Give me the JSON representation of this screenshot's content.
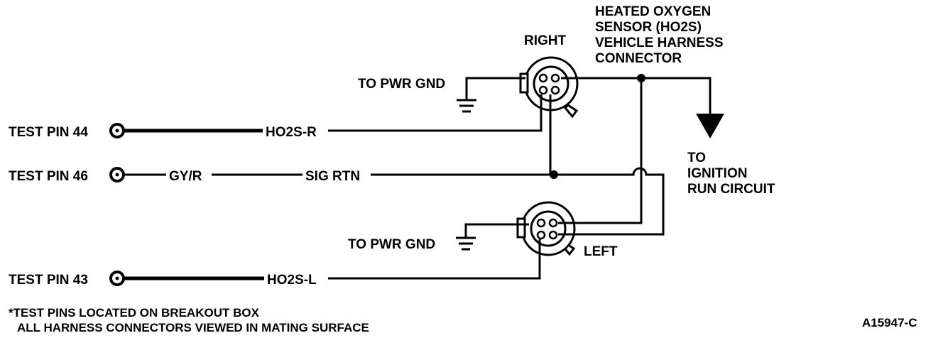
{
  "title": {
    "line1": "HEATED OXYGEN",
    "line2": "SENSOR (HO2S)",
    "line3": "VEHICLE HARNESS",
    "line4": "CONNECTOR"
  },
  "connectors": {
    "right": "RIGHT",
    "left": "LEFT"
  },
  "grounds": {
    "top": "TO PWR GND",
    "bottom": "TO PWR GND"
  },
  "test_pins": {
    "pin44": "TEST PIN 44",
    "pin46": "TEST PIN 46",
    "pin43": "TEST PIN 43"
  },
  "wires": {
    "ho2s_r": "HO2S-R",
    "gy_r": "GY/R",
    "sig_rtn": "SIG RTN",
    "ho2s_l": "HO2S-L"
  },
  "ignition": {
    "line1": "TO",
    "line2": "IGNITION",
    "line3": "RUN CIRCUIT"
  },
  "footnote": {
    "line1": "*TEST PINS LOCATED ON BREAKOUT BOX",
    "line2": "ALL HARNESS CONNECTORS VIEWED IN MATING SURFACE"
  },
  "figure_id": "A15947-C"
}
